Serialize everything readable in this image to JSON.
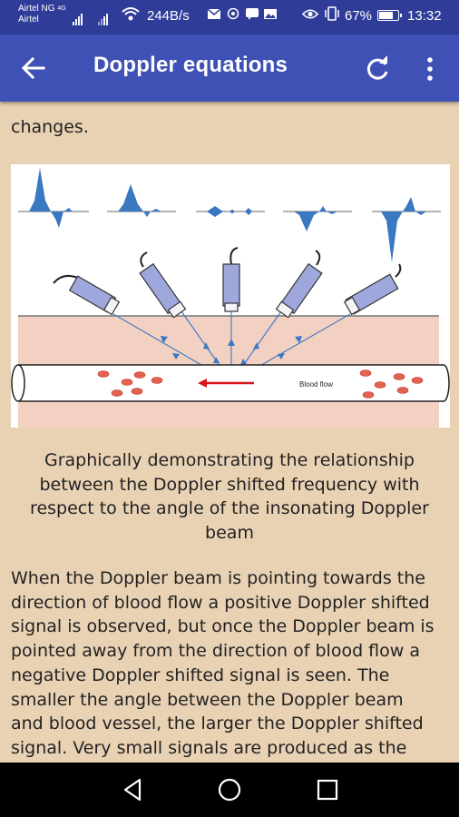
{
  "status_bar": {
    "carrier_primary": "Airtel NG",
    "carrier_network": "4G",
    "carrier_secondary": "Airtel",
    "net_speed": "244B/s",
    "battery_percent": "67%",
    "battery_level": 0.67,
    "time": "13:32",
    "icons": [
      "signal-icon",
      "wifi-icon",
      "mail-icon",
      "hotspot-icon",
      "message-icon",
      "image-icon",
      "eye-icon",
      "vibrate-icon",
      "battery-icon"
    ]
  },
  "app_bar": {
    "title": "Doppler equations",
    "back_icon": "arrow-left-icon",
    "refresh_icon": "refresh-icon",
    "menu_icon": "more-vert-icon"
  },
  "content": {
    "paragraph_tail": "changes.",
    "figure": {
      "blood_flow_label": "Blood flow"
    },
    "caption": "Graphically demonstrating the relationship between the Doppler shifted frequency with respect to the angle of the insonating Doppler beam",
    "body_lines": [
      "When the Doppler beam is pointing towards the",
      "direction of blood flow a positive Doppler shifted",
      "signal is observed, but once the Doppler beam is",
      "pointed away from the direction of blood flow a",
      "negative Doppler shifted signal is seen. The",
      "smaller the angle between the Doppler beam",
      "and blood vessel, the larger the Doppler shifted",
      "signal. Very small signals are produced as the"
    ]
  },
  "nav_bar": {
    "back_icon": "triangle-back-icon",
    "home_icon": "circle-home-icon",
    "recents_icon": "square-recents-icon"
  },
  "colors": {
    "status_bar": "#2f3d99",
    "app_bar": "#3f51b5",
    "page_background": "#e9d2b4",
    "tissue": "#f2d0c2",
    "probe": "#9fa8dc",
    "waveform": "#3a78c2",
    "blood_cell": "#e0624f",
    "arrow": "#d8121b"
  }
}
